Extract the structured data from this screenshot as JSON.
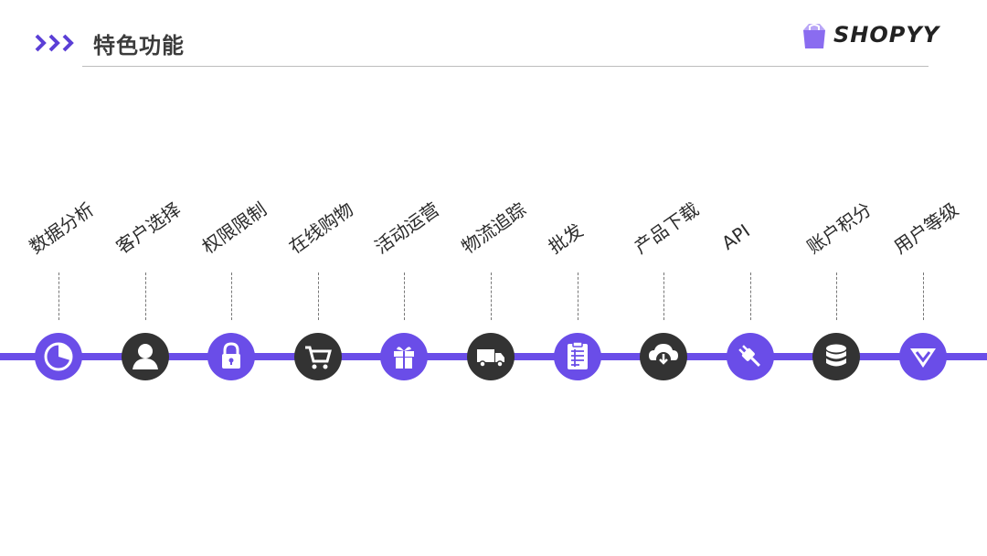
{
  "header": {
    "title": "特色功能",
    "brand": "SHOPYY"
  },
  "colors": {
    "accent": "#6a4de8",
    "dark": "#333333",
    "text": "#2b2b2b"
  },
  "features": [
    {
      "label": "数据分析",
      "icon": "pie-chart-icon",
      "tone": "accent"
    },
    {
      "label": "客户选择",
      "icon": "user-icon",
      "tone": "dark"
    },
    {
      "label": "权限限制",
      "icon": "lock-icon",
      "tone": "accent"
    },
    {
      "label": "在线购物",
      "icon": "shopping-cart-icon",
      "tone": "dark"
    },
    {
      "label": "活动运营",
      "icon": "gift-icon",
      "tone": "accent"
    },
    {
      "label": "物流追踪",
      "icon": "truck-icon",
      "tone": "dark"
    },
    {
      "label": "批发",
      "icon": "wholesale-clipboard-icon",
      "tone": "accent"
    },
    {
      "label": "产品下载",
      "icon": "download-icon",
      "tone": "dark"
    },
    {
      "label": "API",
      "icon": "plug-icon",
      "tone": "accent"
    },
    {
      "label": "账户积分",
      "icon": "coins-stack-icon",
      "tone": "dark"
    },
    {
      "label": "用户等级",
      "icon": "level-chevron-icon",
      "tone": "accent"
    }
  ]
}
